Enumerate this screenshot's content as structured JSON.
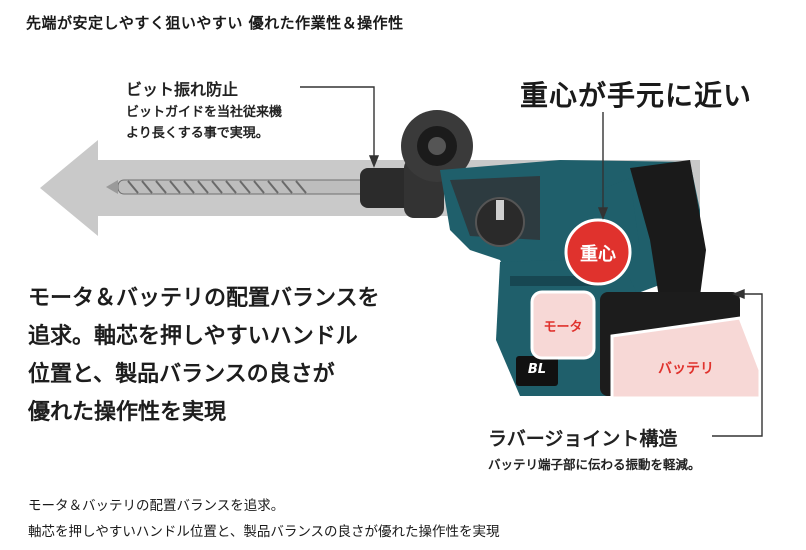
{
  "page": {
    "title": "先端が安定しやすく狙いやすい 優れた作業性＆操作性"
  },
  "callouts": {
    "bit_guard": {
      "heading": "ビット振れ防止",
      "sub": [
        "ビットガイドを当社従来機",
        "より長くする事で実現。"
      ]
    },
    "center_of_gravity": {
      "heading": "重心が手元に近い",
      "badge": "重心"
    },
    "rubber_joint": {
      "heading": "ラバージョイント構造",
      "sub": "バッテリ端子部に伝わる振動を軽減。"
    }
  },
  "labels": {
    "motor": "モータ",
    "battery": "バッテリ",
    "logo": "BL"
  },
  "body_text": [
    "モータ＆バッテリの配置バランスを",
    "追求。軸芯を押しやすいハンドル",
    "位置と、製品バランスの良さが",
    "優れた操作性を実現"
  ],
  "caption": [
    "モータ＆バッテリの配置バランスを追求。",
    "軸芯を押しやすいハンドル位置と、製品バランスの良さが優れた操作性を実現"
  ],
  "colors": {
    "accent_red": "#e0322d",
    "tool_teal": "#1f5f6b",
    "arrow_gray": "#c8c8c8",
    "pink_box": "#f7d8d6"
  }
}
